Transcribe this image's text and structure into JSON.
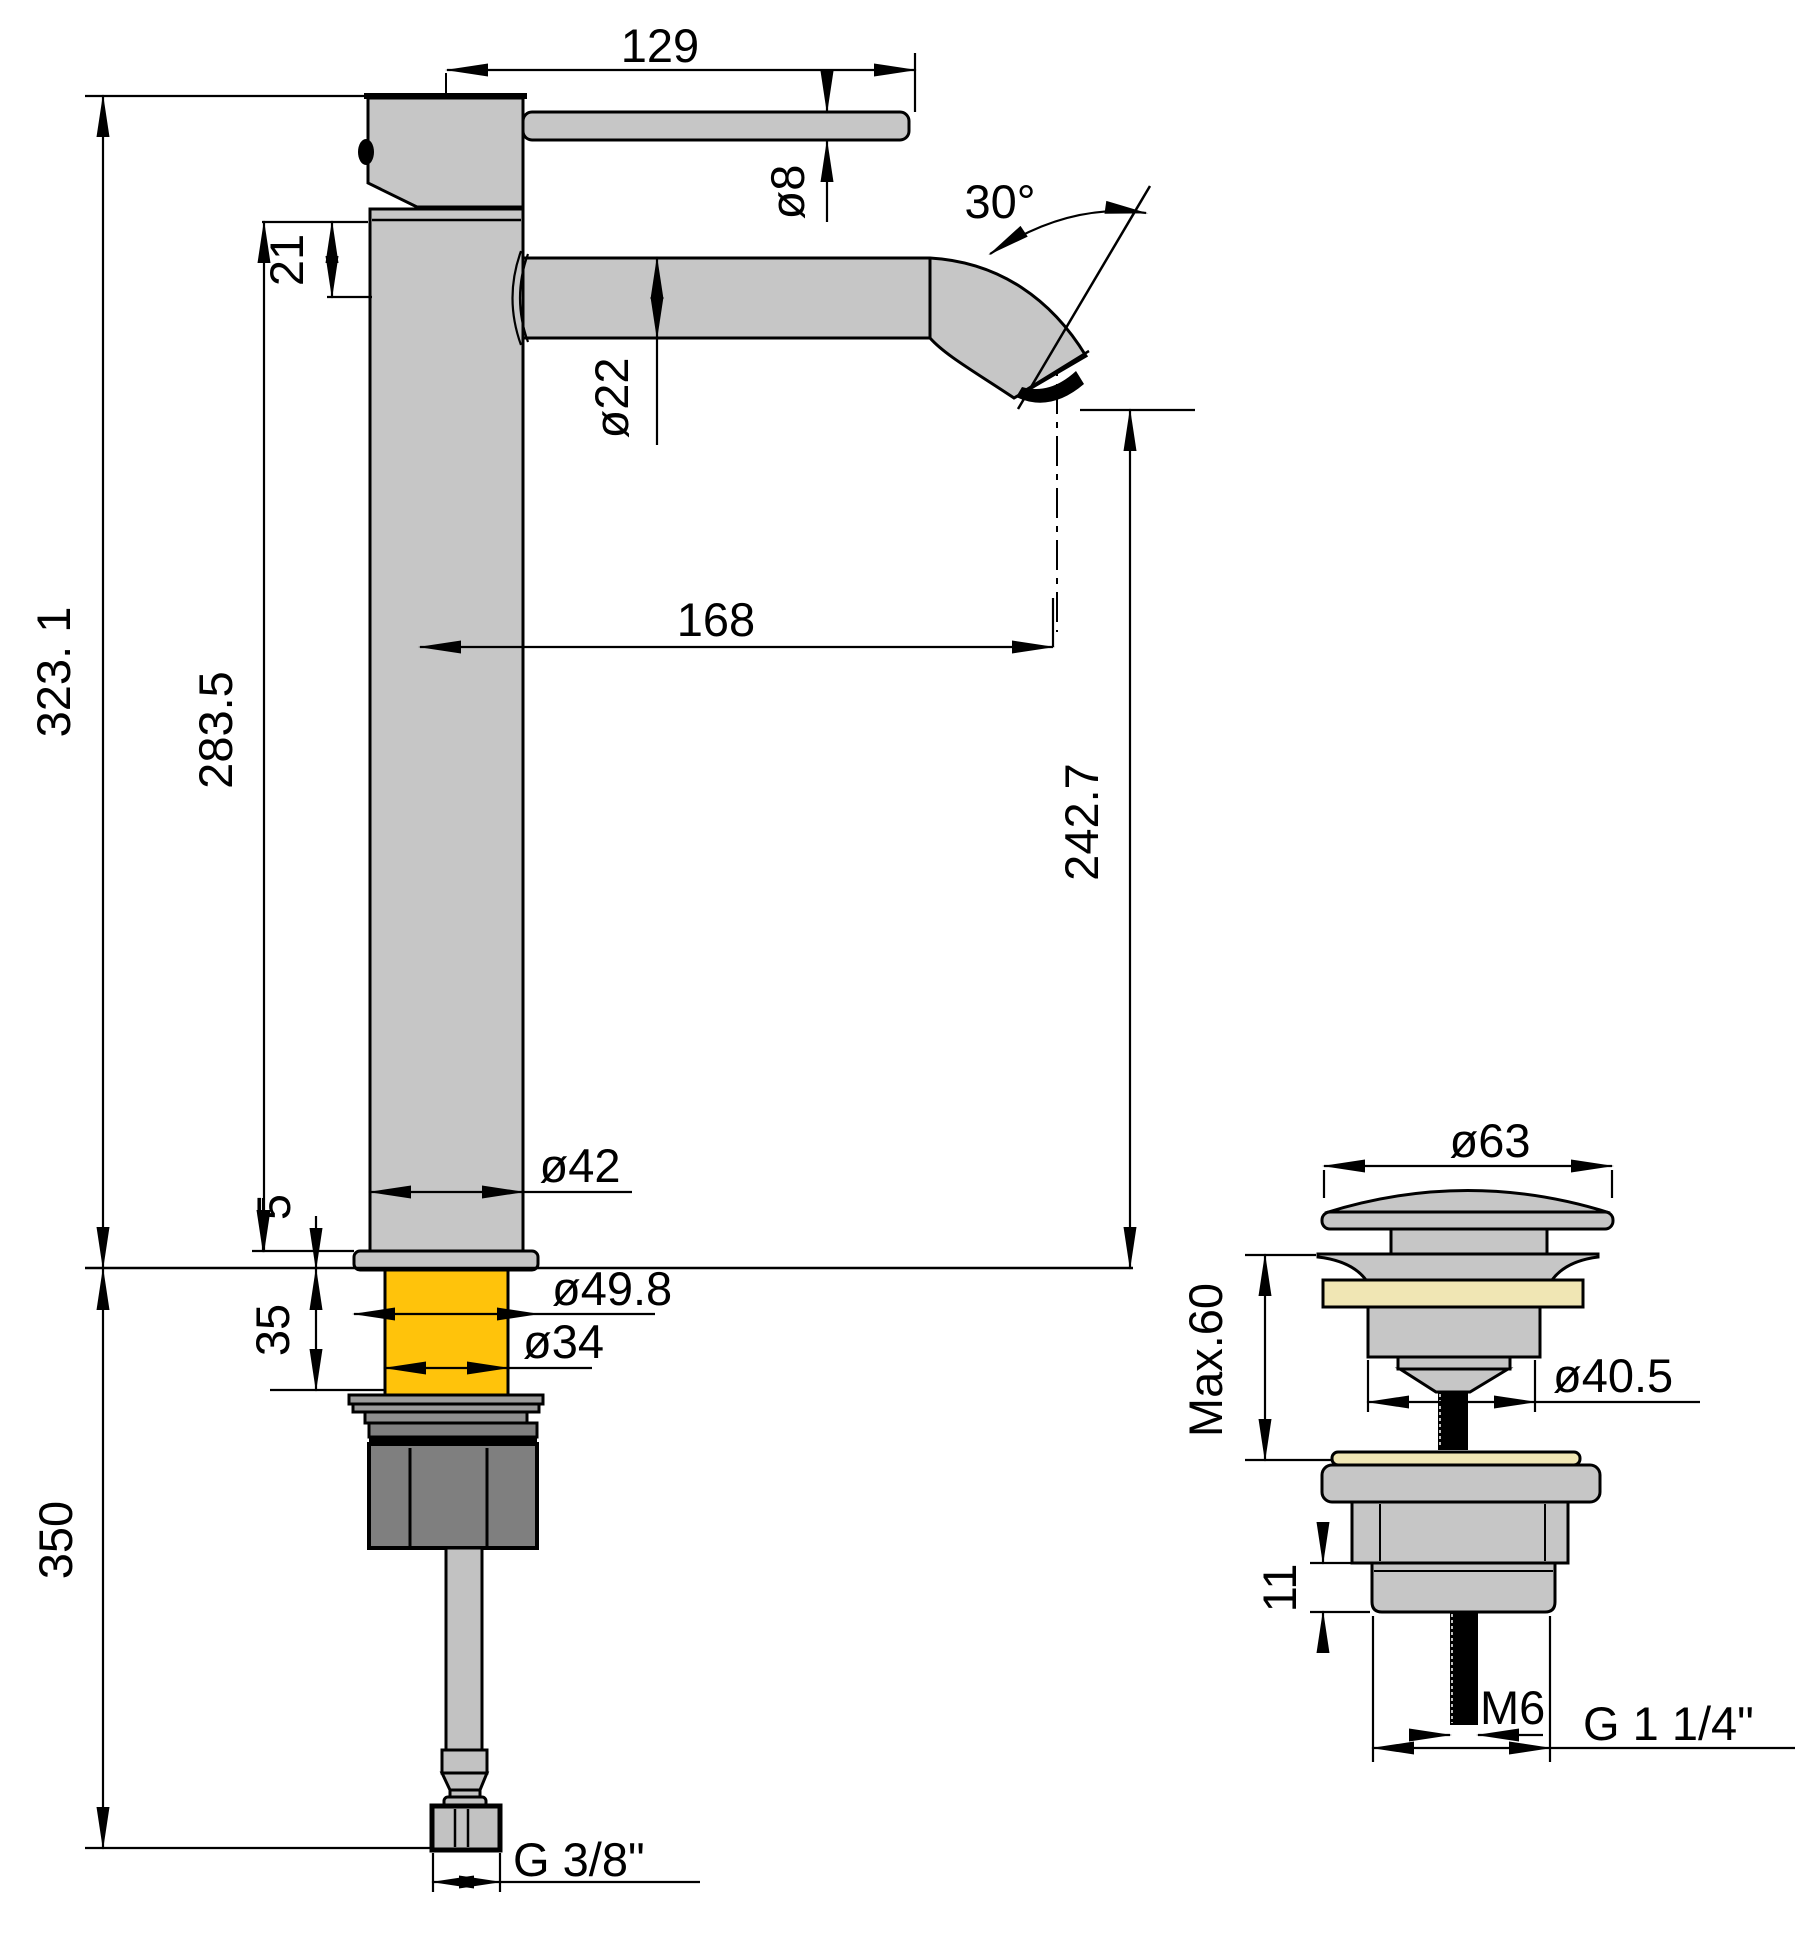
{
  "diagram": {
    "type": "technical-drawing",
    "subject": "tall single-lever basin mixer tap with pop-up waste drain",
    "units": "mm",
    "colors": {
      "part_fill": "#c6c6c6",
      "shank_highlight": "#ffc30b",
      "gasket": "#f0e6b4",
      "nut_fill": "#7f7f7f",
      "hose_fill": "#c2c2c2",
      "line": "#000000",
      "background": "#ffffff"
    },
    "main_view": {
      "dimensions": {
        "lever_length": "129",
        "lever_diameter": "ø8",
        "spout_angle": "30°",
        "neck_height": "21",
        "spout_diameter": "ø22",
        "spout_reach": "168",
        "outlet_height": "242.7",
        "total_height": "323. 1",
        "body_height": "283.5",
        "base_lip_height": "5",
        "body_diameter": "ø42",
        "base_diameter": "ø49.8",
        "shank_diameter": "ø34",
        "shank_length": "35",
        "hose_length": "350",
        "supply_thread": "G 3/8\""
      }
    },
    "drain_view": {
      "dimensions": {
        "cap_diameter": "ø63",
        "max_deck_thickness": "Max.60",
        "body_diameter": "ø40.5",
        "thread_ring_height": "11",
        "rod_thread": "M6",
        "waste_thread": "G 1 1/4\""
      }
    }
  }
}
